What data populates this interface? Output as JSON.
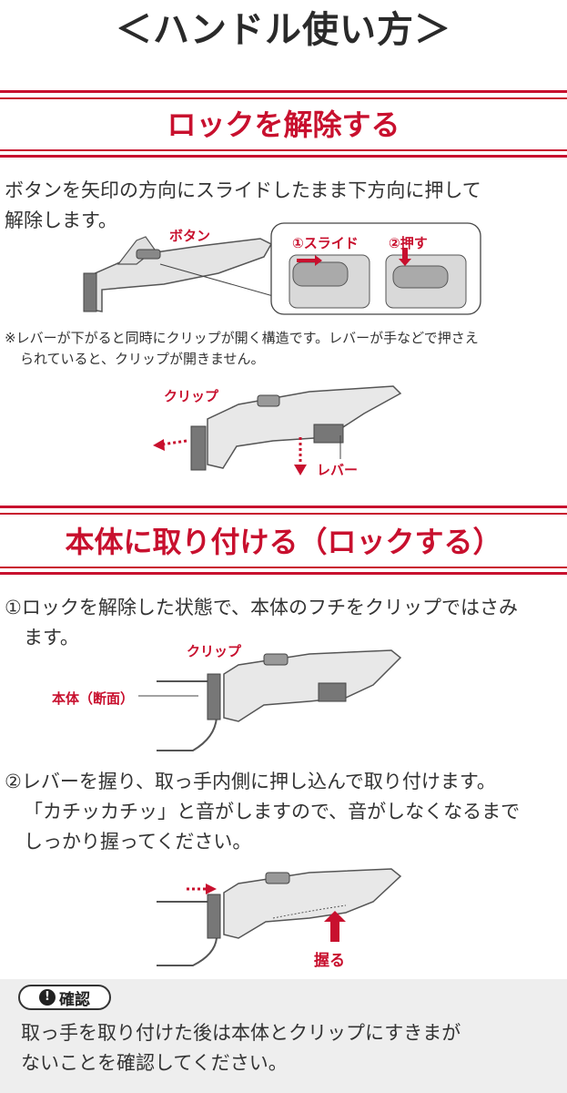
{
  "header": {
    "title": "＜ハンドル使い方＞"
  },
  "unlock": {
    "title": "ロックを解除する",
    "text_line1": "ボタンを矢印の方向にスライドしたまま下方向に押して",
    "text_line2": "解除します。",
    "label_button": "ボタン",
    "label_slide": "①スライド",
    "label_press": "②押す",
    "note_line1": "※レバーが下がると同時にクリップが開く構造です。レバーが手などで押さえ",
    "note_line2": "られていると、クリップが開きません。",
    "label_clip": "クリップ",
    "label_lever": "レバー"
  },
  "attach": {
    "title": "本体に取り付ける（ロックする）",
    "step1_line1": "①ロックを解除した状態で、本体のフチをクリップではさみ",
    "step1_line2": "ます。",
    "label_clip": "クリップ",
    "label_body": "本体（断面）",
    "step2_line1": "②レバーを握り、取っ手内側に押し込んで取り付けます。",
    "step2_line2": "「カチッカチッ」と音がしますので、音がしなくなるまで",
    "step2_line3": "しっかり握ってください。",
    "label_grip": "握る"
  },
  "confirm": {
    "badge_icon": "!",
    "badge_label": "確認",
    "text_line1": "取っ手を取り付けた後は本体とクリップにすきまが",
    "text_line2": "ないことを確認してください。"
  },
  "colors": {
    "accent": "#c8102e",
    "confirm_bg": "#eeeeee"
  }
}
